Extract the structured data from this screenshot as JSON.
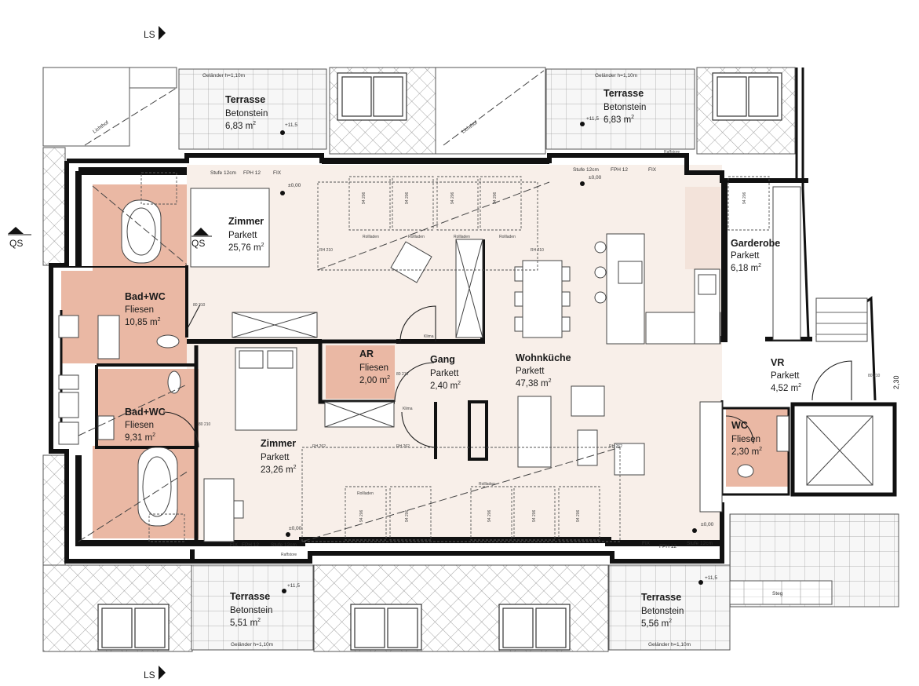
{
  "section_markers": {
    "ls_top": "LS",
    "ls_bottom": "LS",
    "qs_left": "QS",
    "qs_inner": "QS"
  },
  "rooms": [
    {
      "id": "terrasse-nw",
      "name": "Terrasse",
      "material": "Betonstein",
      "area": "6,83 m",
      "sup": "2"
    },
    {
      "id": "terrasse-ne",
      "name": "Terrasse",
      "material": "Betonstein",
      "area": "6,83 m",
      "sup": "2"
    },
    {
      "id": "zimmer-1",
      "name": "Zimmer",
      "material": "Parkett",
      "area": "25,76 m",
      "sup": "2"
    },
    {
      "id": "garderobe",
      "name": "Garderobe",
      "material": "Parkett",
      "area": "6,18 m",
      "sup": "2"
    },
    {
      "id": "bad-wc-1",
      "name": "Bad+WC",
      "material": "Fliesen",
      "area": "10,85 m",
      "sup": "2"
    },
    {
      "id": "ar",
      "name": "AR",
      "material": "Fliesen",
      "area": "2,00 m",
      "sup": "2"
    },
    {
      "id": "gang",
      "name": "Gang",
      "material": "Parkett",
      "area": "2,40 m",
      "sup": "2"
    },
    {
      "id": "wohnkueche",
      "name": "Wohnküche",
      "material": "Parkett",
      "area": "47,38 m",
      "sup": "2"
    },
    {
      "id": "vr",
      "name": "VR",
      "material": "Parkett",
      "area": "4,52 m",
      "sup": "2"
    },
    {
      "id": "bad-wc-2",
      "name": "Bad+WC",
      "material": "Fliesen",
      "area": "9,31 m",
      "sup": "2"
    },
    {
      "id": "wc",
      "name": "WC",
      "material": "Fliesen",
      "area": "2,30 m",
      "sup": "2"
    },
    {
      "id": "zimmer-2",
      "name": "Zimmer",
      "material": "Parkett",
      "area": "23,26 m",
      "sup": "2"
    },
    {
      "id": "terrasse-sw",
      "name": "Terrasse",
      "material": "Betonstein",
      "area": "5,51 m",
      "sup": "2"
    },
    {
      "id": "terrasse-se",
      "name": "Terrasse",
      "material": "Betonstein",
      "area": "5,56 m",
      "sup": "2"
    }
  ],
  "annotations": {
    "gelaender": "Geländer h=1,10m",
    "lichthof": "Lichthof",
    "stufe": "Stufe 12cm",
    "fph": "FPH 12",
    "fix": "FIX",
    "level_zero": "±0,00",
    "level_terrace": "+11,5",
    "steg": "Steg",
    "rolladen": "Rollladen",
    "raffstore": "Raffstore",
    "dim_230": "2,30",
    "door_80_210": "80\n210",
    "window_94_206": "94\n206",
    "rh_210": "RH 210",
    "rh_262": "RH 262",
    "klima": "Klima"
  }
}
